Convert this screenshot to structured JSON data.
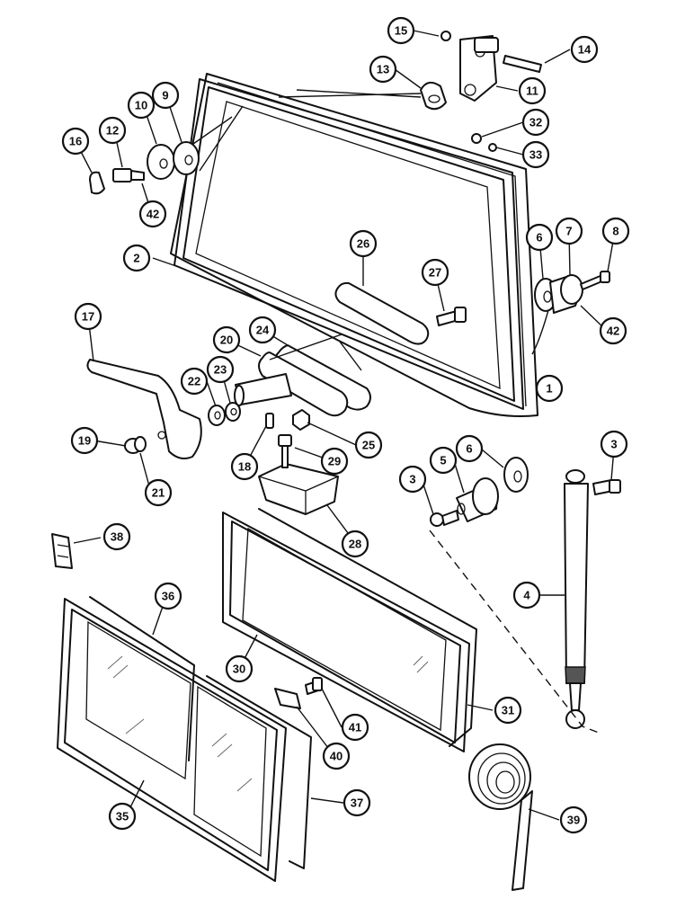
{
  "callouts": [
    {
      "id": "c1",
      "label": "1"
    },
    {
      "id": "c2",
      "label": "2"
    },
    {
      "id": "c3a",
      "label": "3"
    },
    {
      "id": "c3b",
      "label": "3"
    },
    {
      "id": "c4",
      "label": "4"
    },
    {
      "id": "c5",
      "label": "5"
    },
    {
      "id": "c6a",
      "label": "6"
    },
    {
      "id": "c6b",
      "label": "6"
    },
    {
      "id": "c7",
      "label": "7"
    },
    {
      "id": "c8",
      "label": "8"
    },
    {
      "id": "c9",
      "label": "9"
    },
    {
      "id": "c10",
      "label": "10"
    },
    {
      "id": "c11",
      "label": "11"
    },
    {
      "id": "c12",
      "label": "12"
    },
    {
      "id": "c13",
      "label": "13"
    },
    {
      "id": "c14",
      "label": "14"
    },
    {
      "id": "c15",
      "label": "15"
    },
    {
      "id": "c16",
      "label": "16"
    },
    {
      "id": "c17",
      "label": "17"
    },
    {
      "id": "c18",
      "label": "18"
    },
    {
      "id": "c19",
      "label": "19"
    },
    {
      "id": "c20",
      "label": "20"
    },
    {
      "id": "c21",
      "label": "21"
    },
    {
      "id": "c22",
      "label": "22"
    },
    {
      "id": "c23",
      "label": "23"
    },
    {
      "id": "c24",
      "label": "24"
    },
    {
      "id": "c25",
      "label": "25"
    },
    {
      "id": "c26",
      "label": "26"
    },
    {
      "id": "c27",
      "label": "27"
    },
    {
      "id": "c28",
      "label": "28"
    },
    {
      "id": "c29",
      "label": "29"
    },
    {
      "id": "c30",
      "label": "30"
    },
    {
      "id": "c31",
      "label": "31"
    },
    {
      "id": "c32",
      "label": "32"
    },
    {
      "id": "c33",
      "label": "33"
    },
    {
      "id": "c35",
      "label": "35"
    },
    {
      "id": "c36",
      "label": "36"
    },
    {
      "id": "c37",
      "label": "37"
    },
    {
      "id": "c38",
      "label": "38"
    },
    {
      "id": "c39",
      "label": "39"
    },
    {
      "id": "c40",
      "label": "40"
    },
    {
      "id": "c41",
      "label": "41"
    },
    {
      "id": "c42a",
      "label": "42"
    },
    {
      "id": "c42b",
      "label": "42"
    }
  ]
}
